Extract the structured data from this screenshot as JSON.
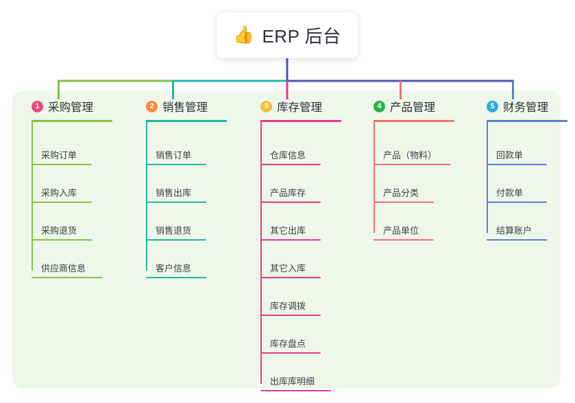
{
  "root": {
    "icon": "thumbs-up-icon",
    "icon_glyph": "👍",
    "label": "ERP 后台"
  },
  "panel": {
    "background": "#eef7e9"
  },
  "bus": {
    "segments": [
      {
        "name": "bus-green",
        "color": "#83c341"
      },
      {
        "name": "bus-teal",
        "color": "#22b4a6"
      },
      {
        "name": "bus-blue",
        "color": "#4a56b0"
      }
    ]
  },
  "columns": [
    {
      "index": "1",
      "title": "采购管理",
      "badge_color": "#f0487b",
      "line_color": "#83c341",
      "items": [
        {
          "label": "采购订单"
        },
        {
          "label": "采购入库"
        },
        {
          "label": "采购退货"
        },
        {
          "label": "供应商信息"
        }
      ]
    },
    {
      "index": "2",
      "title": "销售管理",
      "badge_color": "#f08a3c",
      "line_color": "#22b4a6",
      "items": [
        {
          "label": "销售订单"
        },
        {
          "label": "销售出库"
        },
        {
          "label": "销售退货"
        },
        {
          "label": "客户信息"
        }
      ]
    },
    {
      "index": "3",
      "title": "库存管理",
      "badge_color": "#f2c037",
      "line_color": "#e8388f",
      "items": [
        {
          "label": "仓库信息"
        },
        {
          "label": "产品库存"
        },
        {
          "label": "其它出库"
        },
        {
          "label": "其它入库"
        },
        {
          "label": "库存调拨"
        },
        {
          "label": "库存盘点"
        },
        {
          "label": "出库库明细"
        }
      ]
    },
    {
      "index": "4",
      "title": "产品管理",
      "badge_color": "#27b34b",
      "line_color": "#f4706e",
      "items": [
        {
          "label": "产品（物料）"
        },
        {
          "label": "产品分类"
        },
        {
          "label": "产品单位"
        }
      ]
    },
    {
      "index": "5",
      "title": "财务管理",
      "badge_color": "#2aacdf",
      "line_color": "#5a7fd4",
      "items": [
        {
          "label": "回款单"
        },
        {
          "label": "付款单"
        },
        {
          "label": "结算账户"
        }
      ]
    }
  ]
}
